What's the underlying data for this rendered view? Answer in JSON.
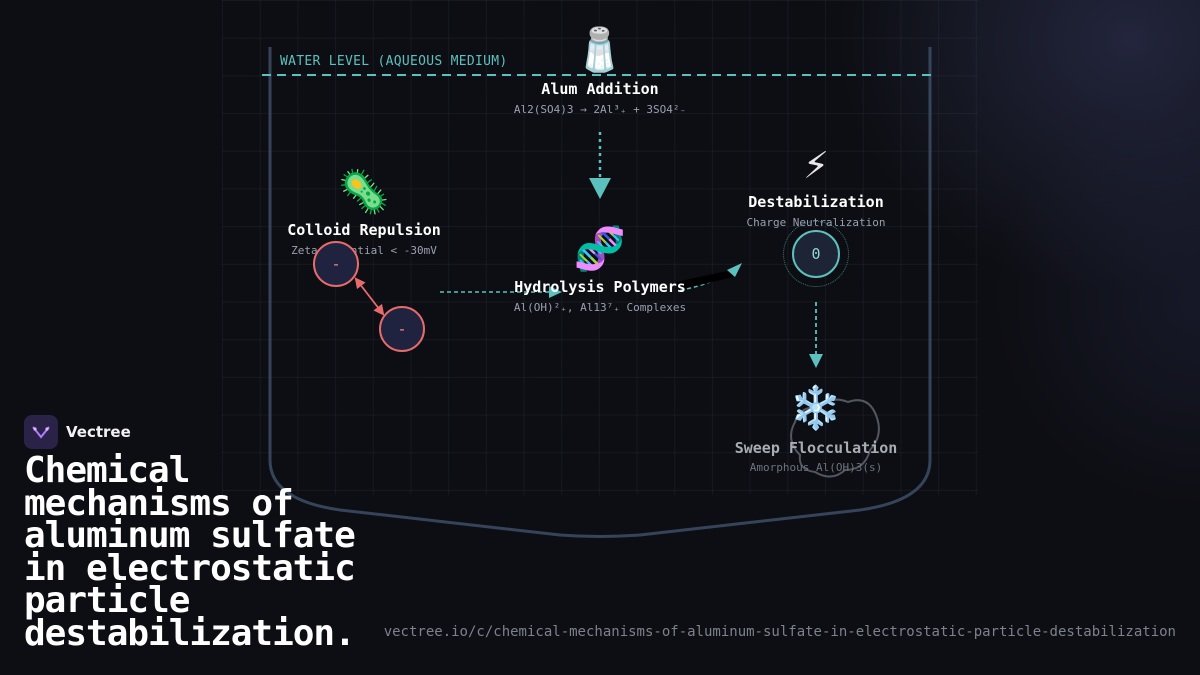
{
  "diagram": {
    "water_level_label": "WATER LEVEL (AQUEOUS MEDIUM)",
    "nodes": {
      "alum": {
        "icon": "salt-shaker-icon",
        "emoji": "🧂",
        "title": "Alum Addition",
        "subtitle": "Al2(SO4)3 → 2Al³₊ + 3SO4²₋"
      },
      "colloid": {
        "icon": "microbe-icon",
        "emoji": "🦠",
        "title": "Colloid Repulsion",
        "subtitle": "Zeta Potential < -30mV",
        "charge_a": "-",
        "charge_b": "-"
      },
      "hydrolysis": {
        "icon": "dna-icon",
        "emoji": "🧬",
        "title": "Hydrolysis Polymers",
        "subtitle": "Al(OH)²₊, Al13⁷₊ Complexes"
      },
      "destabilization": {
        "icon": "lightning-icon",
        "emoji": "⚡",
        "title": "Destabilization",
        "subtitle": "Charge Neutralization",
        "charge": "0"
      },
      "sweep": {
        "icon": "snowflake-icon",
        "emoji": "❄️",
        "title": "Sweep Flocculation",
        "subtitle": "Amorphous Al(OH)3(s)"
      }
    },
    "colors": {
      "accent": "#5cc0be",
      "negative_charge": "#e86b6b",
      "tank_outline": "#3a4a63"
    }
  },
  "brand": {
    "name": "Vectree",
    "logo_icon": "vectree-logo-icon"
  },
  "headline": "Chemical mechanisms of aluminum sulfate in electrostatic particle destabilization.",
  "url": "vectree.io/c/chemical-mechanisms-of-aluminum-sulfate-in-electrostatic-particle-destabilization"
}
